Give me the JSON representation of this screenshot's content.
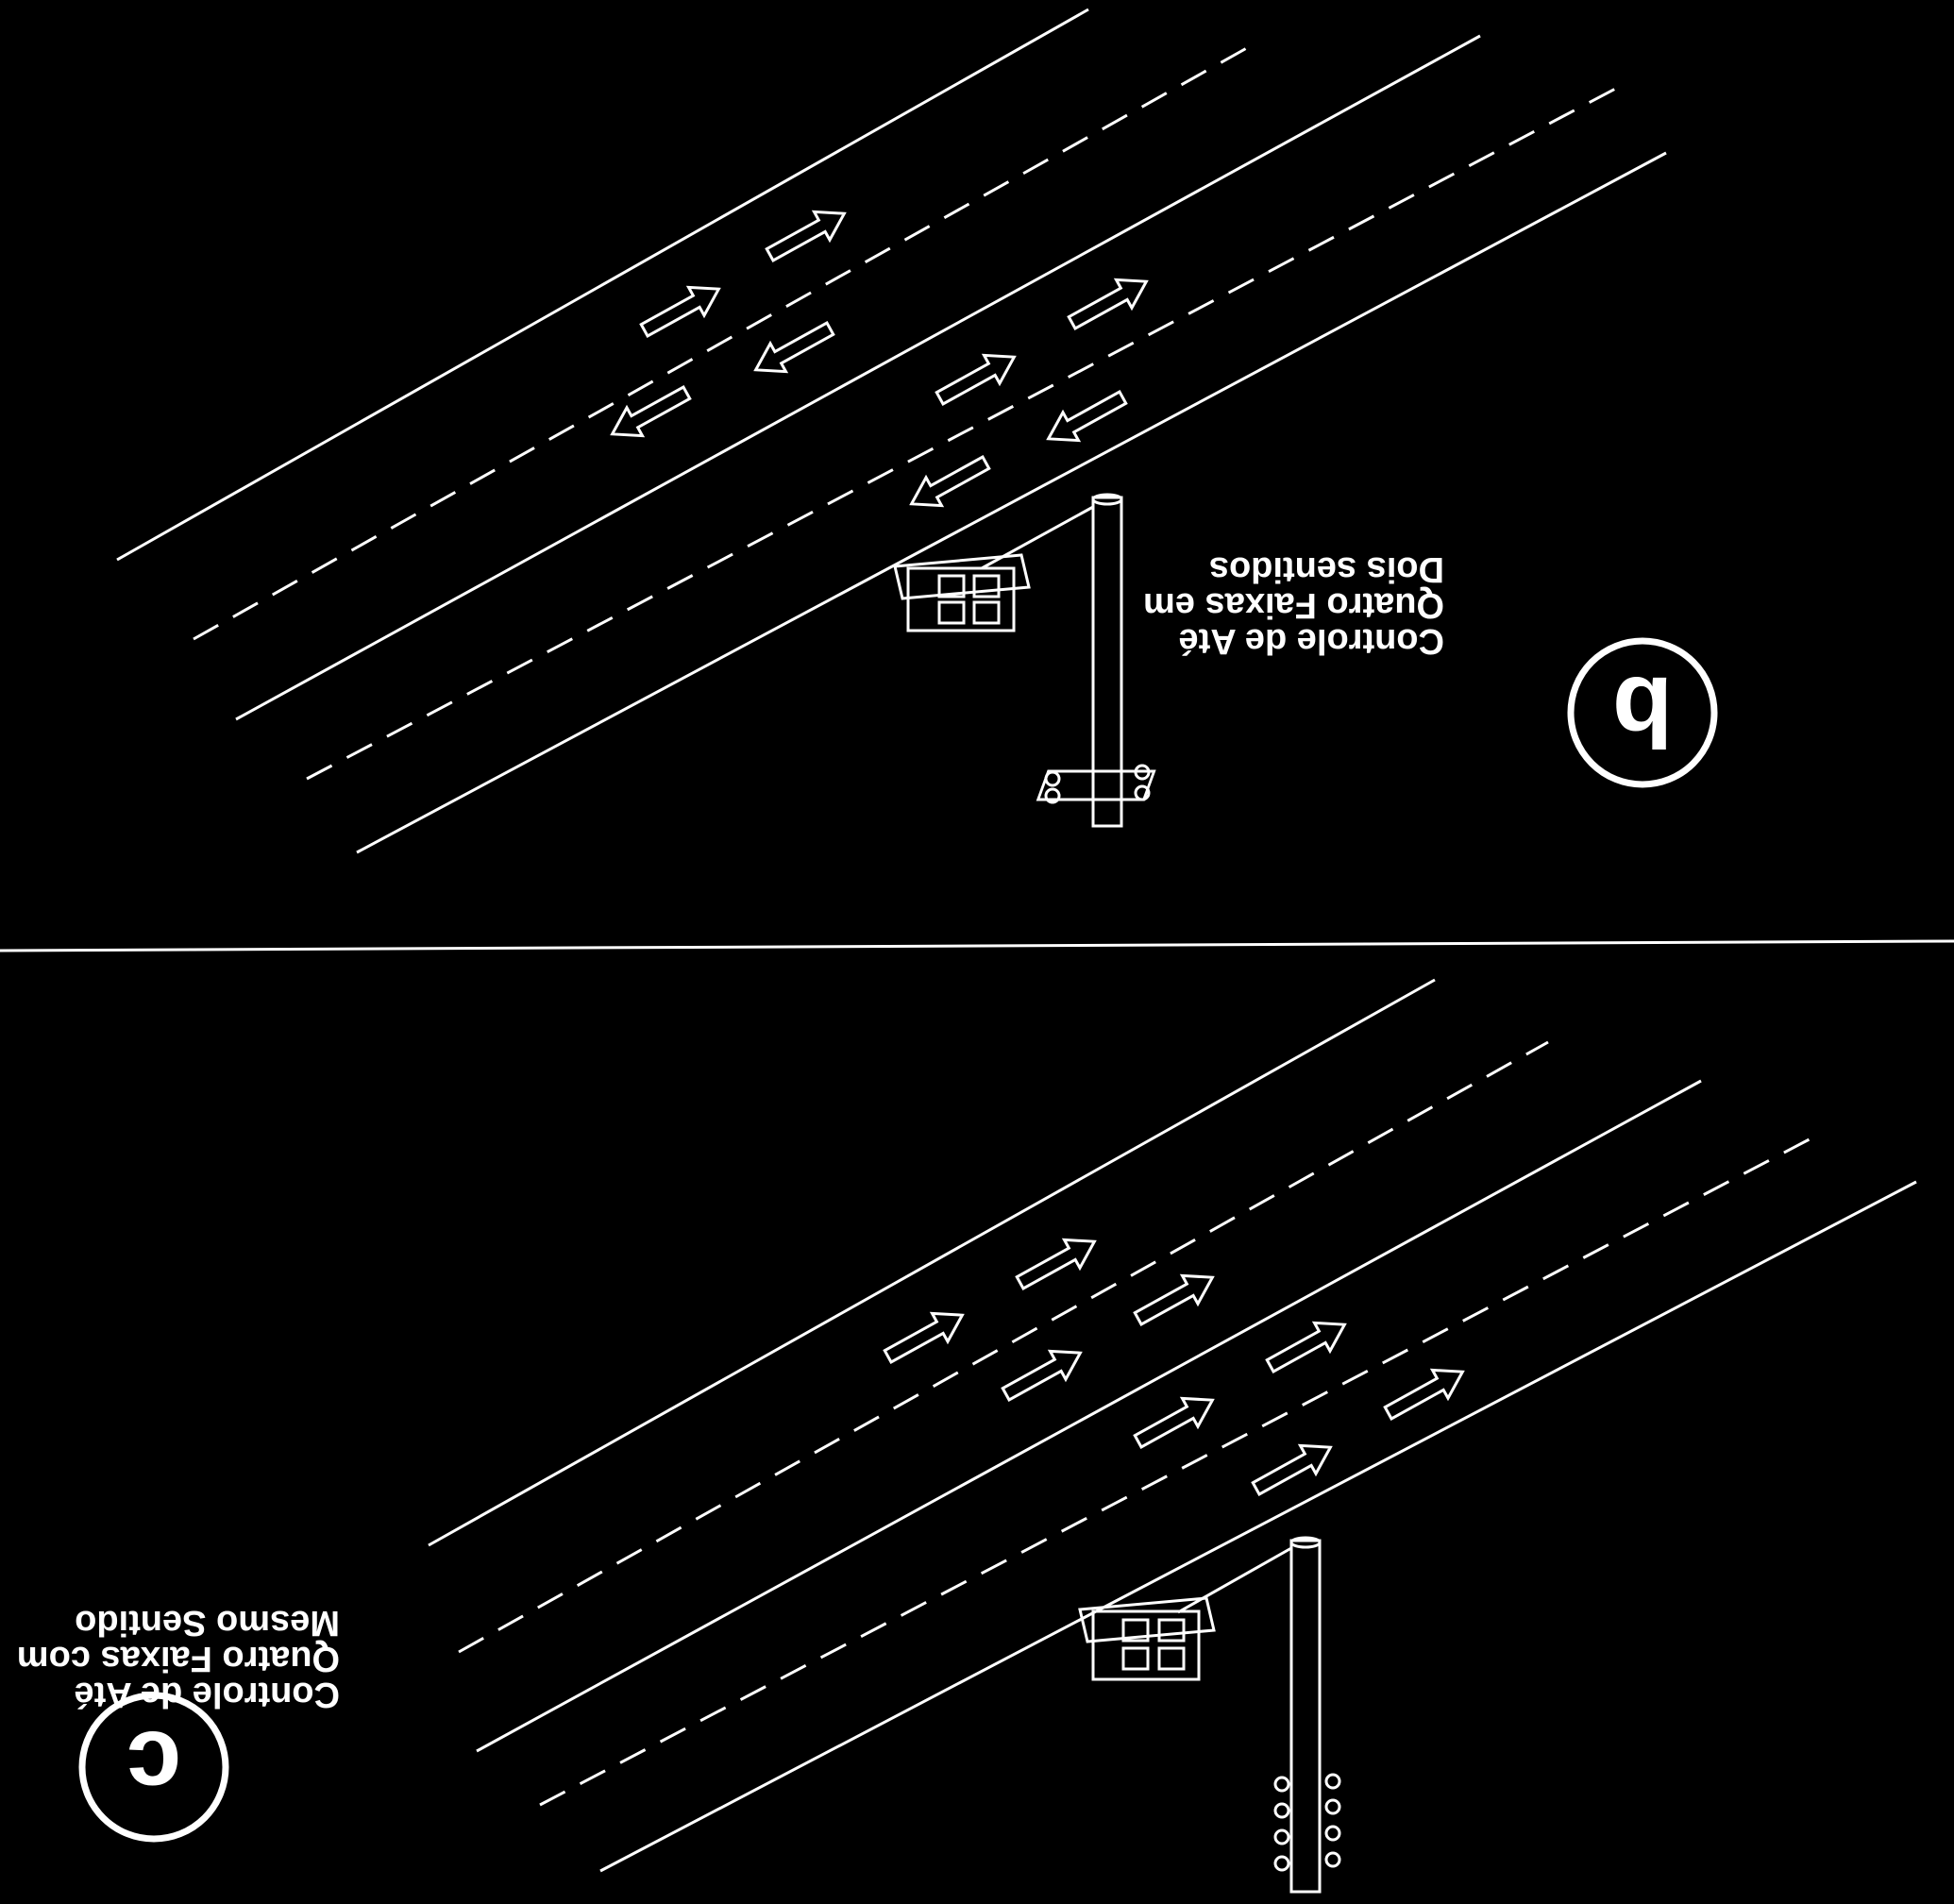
{
  "panels": [
    {
      "id": "b",
      "badge": "b",
      "caption": [
        "Controle de Até",
        "Quatro Faixas em",
        "Dois sentidos"
      ],
      "lanes": [
        {
          "direction": "forward"
        },
        {
          "direction": "backward"
        },
        {
          "direction": "forward"
        },
        {
          "direction": "backward"
        }
      ]
    },
    {
      "id": "c",
      "badge": "c",
      "caption": [
        "Controle de Até",
        "Quatro Faixas com",
        "Mesmo Sentido"
      ],
      "lanes": [
        {
          "direction": "forward"
        },
        {
          "direction": "forward"
        },
        {
          "direction": "forward"
        },
        {
          "direction": "forward"
        }
      ]
    }
  ],
  "colors": {
    "background": "#000000",
    "stroke": "#ffffff"
  }
}
